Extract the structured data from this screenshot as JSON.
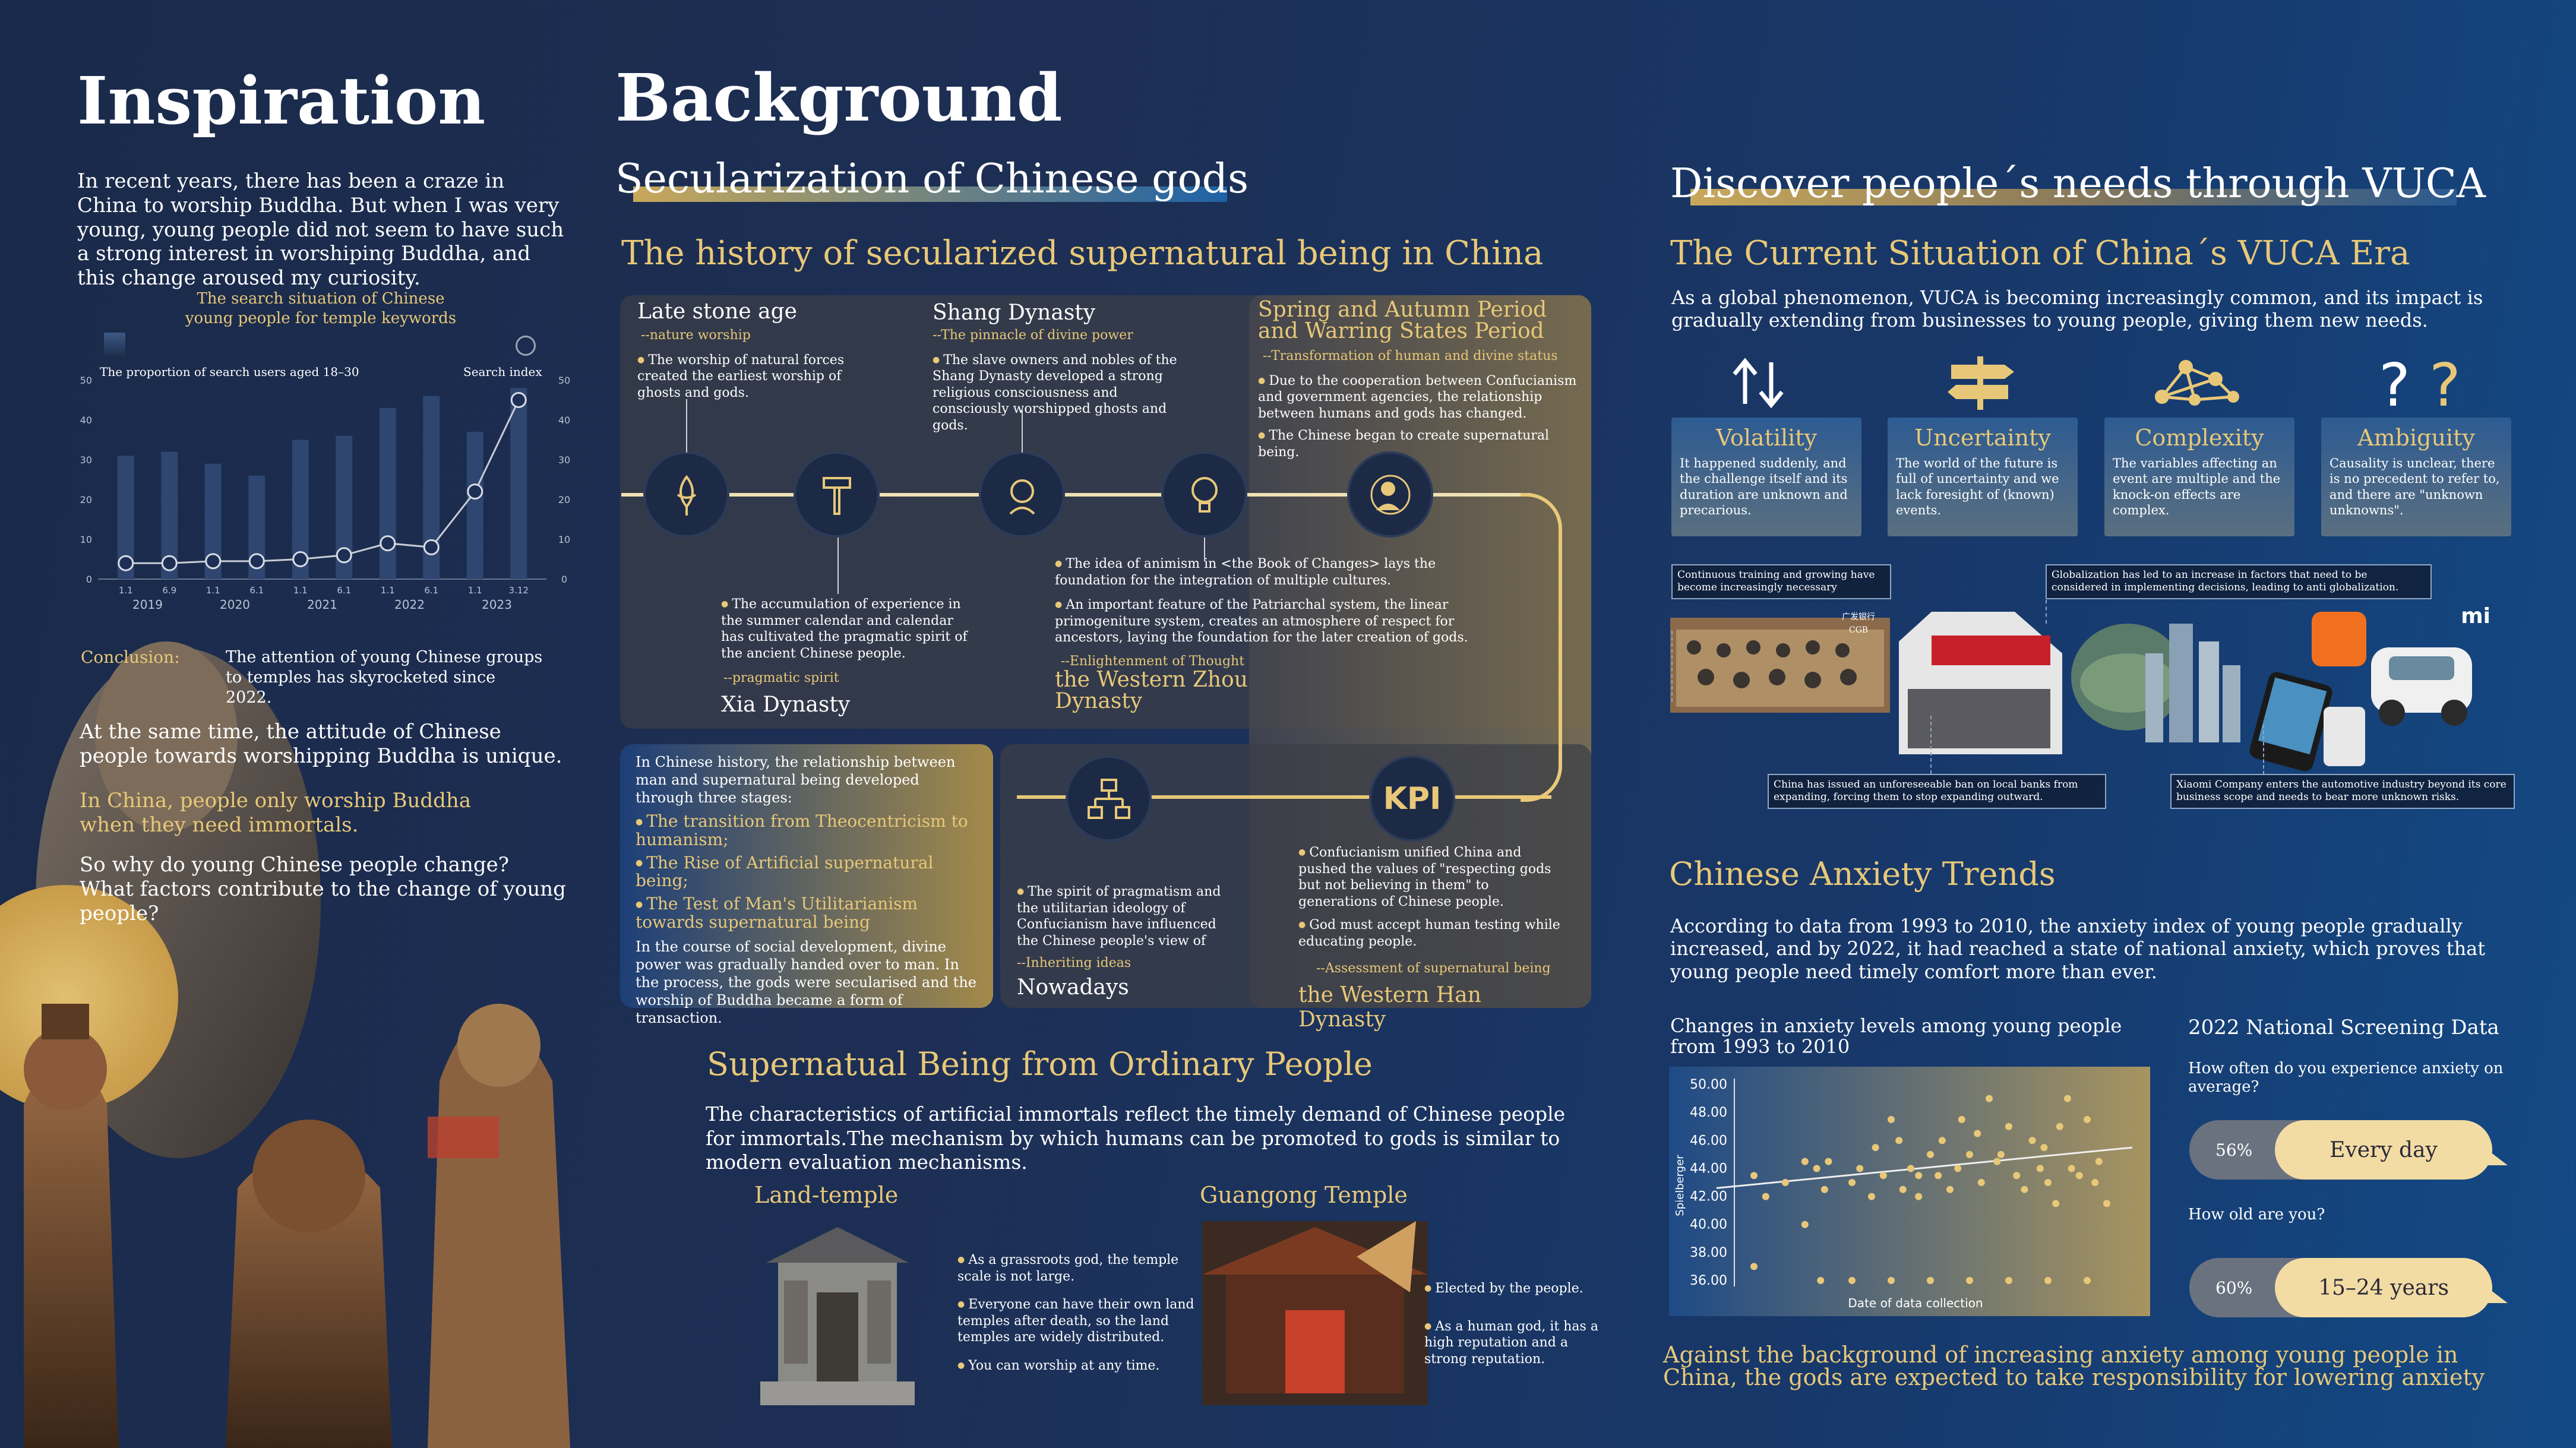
{
  "inspiration": {
    "title": "Inspiration",
    "intro": "In recent years, there has been a craze in China to worship Buddha. But when I was very young, young people did not seem to have such a strong interest in worshiping Buddha, and this change aroused my curiosity.",
    "chart_title_1": "The search situation of Chinese",
    "chart_title_2": "young people for temple keywords",
    "legend_bar": "The proportion of search users aged 18–30",
    "legend_line": "Search index",
    "conclusion_label": "Conclusion:",
    "conclusion_text": "The attention of young Chinese groups to temples has skyrocketed since 2022.",
    "para2": "At the same time, the attitude of Chinese people towards worshipping Buddha is unique.",
    "para3": "In China, people only worship Buddha when they need immortals.",
    "para4": "So why do young Chinese people change? What factors contribute to the change of young people?"
  },
  "chart_data": {
    "type": "bar",
    "title": "The search situation of Chinese young people for temple keywords",
    "categories": [
      "1.1",
      "6.9",
      "1.1",
      "6.1",
      "1.1",
      "6.1",
      "1.1",
      "6.1",
      "1.1",
      "3.12"
    ],
    "years": [
      "2019",
      "2020",
      "2021",
      "2022",
      "2023"
    ],
    "series": [
      {
        "name": "The proportion of search users aged 18–30",
        "values": [
          31,
          32,
          29,
          26,
          35,
          36,
          43,
          46,
          37,
          48
        ]
      },
      {
        "name": "Search index",
        "values": [
          4,
          4,
          4.5,
          4.5,
          5,
          6,
          9,
          8,
          22,
          45
        ]
      }
    ],
    "y_ticks_left": [
      "0",
      "10",
      "20",
      "30",
      "40",
      "50"
    ],
    "y_ticks_right": [
      "0",
      "10",
      "20",
      "30",
      "40",
      "50"
    ],
    "ylim": [
      0,
      50
    ]
  },
  "background": {
    "title": "Background",
    "subtitle": "Secularization of Chinese gods",
    "history_title": "The history of secularized supernatural being in China",
    "periods": [
      {
        "name": "Late stone age",
        "tag": "--nature worship",
        "text": "The worship of natural forces created the earliest worship of ghosts and gods."
      },
      {
        "name": "Shang Dynasty",
        "tag": "--The pinnacle of divine power",
        "text": "The slave owners and nobles of the Shang Dynasty developed a strong religious consciousness and consciously worshipped ghosts and gods."
      },
      {
        "name": "Spring and Autumn Period and Warring States Period",
        "tag": "--Transformation of human and divine status",
        "text1": "Due to the cooperation between Confucianism and government agencies, the relationship between humans and gods has changed.",
        "text2": "The Chinese began to create  supernatural being."
      },
      {
        "name": "Xia Dynasty",
        "tag": "--pragmatic spirit",
        "text": "The accumulation of experience in the summer calendar and calendar has cultivated the pragmatic spirit of the ancient Chinese people."
      },
      {
        "name": "the Western Zhou Dynasty",
        "tag": "--Enlightenment of Thought",
        "text1": "The idea of animism in <the Book of Changes> lays the foundation for the integration of multiple cultures.",
        "text2": "An important feature of the Patriarchal system, the linear primogeniture system, creates an atmosphere of respect for ancestors, laying the foundation for the later creation of gods."
      },
      {
        "name": "Nowadays",
        "tag": "--Inheriting ideas",
        "text": "The spirit of pragmatism and the utilitarian ideology of Confucianism have influenced the Chinese people's view of"
      },
      {
        "name": "the Western Han Dynasty",
        "tag": "--Assessment of supernatural being",
        "text1": "Confucianism unified China and pushed the values of \"respecting gods but not believing in them\" to generations of Chinese people.",
        "text2": "God must accept human testing while educating people."
      }
    ],
    "kpi_label": "KPI",
    "summary_intro": "In Chinese history, the relationship between man and supernatural being developed through three stages:",
    "stages": [
      "The transition from Theocentricism to humanism;",
      "The Rise of Artificial supernatural being;",
      "The Test of Man's Utilitarianism towards supernatural being"
    ],
    "summary_outro": "In the course of social development, divine power was gradually handed over to man. In the process, the gods were secularised and the worship of Buddha became a form of transaction.",
    "ordinary_title": "Supernatual Being from Ordinary People",
    "ordinary_text": "The characteristics of artificial immortals reflect the timely demand of Chinese people for immortals.The mechanism by which humans can be promoted to gods is similar to modern evaluation mechanisms.",
    "land_temple": {
      "title": "Land-temple",
      "bullets": [
        "As a grassroots god, the temple scale is not large.",
        "Everyone can have their own land temples after death, so the land temples are widely distributed.",
        "You can worship at any time."
      ]
    },
    "guangong_temple": {
      "title": "Guangong Temple",
      "bullets": [
        "Elected by the people.",
        "As a human god, it has a high reputation and a strong reputation."
      ]
    }
  },
  "vuca": {
    "title": "Discover people´s needs through VUCA",
    "situation_title": "The Current Situation of China´s VUCA Era",
    "situation_text": "As a global phenomenon, VUCA is becoming increasingly common, and its impact is gradually extending from businesses to young people, giving them new needs.",
    "cards": [
      {
        "title": "Volatility",
        "text": "It happened suddenly, and the challenge itself and its duration are unknown and precarious."
      },
      {
        "title": "Uncertainty",
        "text": "The world of the future is full of uncertainty and we lack foresight of (known) events."
      },
      {
        "title": "Complexity",
        "text": "The variables affecting an event are multiple and the knock-on effects are complex."
      },
      {
        "title": "Ambiguity",
        "text": "Causality is unclear, there is no precedent to refer to, and there are \"unknown unknowns\"."
      }
    ],
    "notes": [
      "Continuous training and growing have become increasingly necessary",
      "Globalization has led to an increase in factors that need to be considered in implementing decisions, leading to anti globalization.",
      "China has issued an unforeseeable ban on local banks from expanding, forcing them to stop expanding outward.",
      "Xiaomi Company enters the automotive industry beyond its core business scope and needs to bear more unknown risks."
    ],
    "bank_sign": "广发银行 CGB",
    "brand_logo": "mi"
  },
  "anxiety": {
    "title": "Chinese Anxiety Trends",
    "text": "According to data from 1993 to 2010, the anxiety index of young people gradually increased, and by 2022, it had reached a state of national anxiety, which proves that young people need timely comfort more than ever.",
    "scatter_title": "Changes in anxiety levels among young people from 1993 to 2010",
    "scatter_ylabel": "Spielberger",
    "scatter_xlabel": "Date of data collection",
    "y_ticks": [
      "50.00",
      "48.00",
      "46.00",
      "44.00",
      "42.00",
      "40.00",
      "38.00",
      "36.00"
    ],
    "screening_title": "2022 National Screening Data",
    "q1": "How often do you experience anxiety on average?",
    "a1_pct": "56%",
    "a1_label": "Every day",
    "q2": "How old are you?",
    "a2_pct": "60%",
    "a2_label": "15–24 years",
    "closing": "Against the background of increasing anxiety among young people in China, the gods are expected to take responsibility for lowering anxiety"
  },
  "scatter_points": [
    [
      0.05,
      43.5
    ],
    [
      0.05,
      37
    ],
    [
      0.08,
      42
    ],
    [
      0.13,
      43
    ],
    [
      0.18,
      44.5
    ],
    [
      0.18,
      40
    ],
    [
      0.21,
      44
    ],
    [
      0.23,
      42.5
    ],
    [
      0.24,
      44.5
    ],
    [
      0.3,
      43
    ],
    [
      0.32,
      44
    ],
    [
      0.35,
      42
    ],
    [
      0.36,
      45.5
    ],
    [
      0.38,
      43.5
    ],
    [
      0.4,
      47.5
    ],
    [
      0.42,
      46
    ],
    [
      0.43,
      42.5
    ],
    [
      0.45,
      44
    ],
    [
      0.47,
      42
    ],
    [
      0.47,
      43.5
    ],
    [
      0.5,
      45
    ],
    [
      0.52,
      43.5
    ],
    [
      0.53,
      46
    ],
    [
      0.55,
      42.5
    ],
    [
      0.57,
      44
    ],
    [
      0.58,
      47.5
    ],
    [
      0.6,
      45
    ],
    [
      0.62,
      46.5
    ],
    [
      0.63,
      43
    ],
    [
      0.65,
      49
    ],
    [
      0.67,
      44.5
    ],
    [
      0.68,
      45
    ],
    [
      0.7,
      47
    ],
    [
      0.72,
      43.5
    ],
    [
      0.74,
      42.5
    ],
    [
      0.76,
      46
    ],
    [
      0.78,
      44
    ],
    [
      0.79,
      45.5
    ],
    [
      0.8,
      43
    ],
    [
      0.82,
      41.5
    ],
    [
      0.83,
      47
    ],
    [
      0.85,
      49
    ],
    [
      0.86,
      44
    ],
    [
      0.88,
      43.5
    ],
    [
      0.9,
      47.5
    ],
    [
      0.92,
      43
    ],
    [
      0.93,
      44.5
    ],
    [
      0.95,
      41.5
    ],
    [
      0.22,
      36
    ],
    [
      0.3,
      36
    ],
    [
      0.4,
      36
    ],
    [
      0.5,
      36
    ],
    [
      0.6,
      36
    ],
    [
      0.7,
      36
    ],
    [
      0.8,
      36
    ],
    [
      0.9,
      36
    ]
  ],
  "colors": {
    "gold": "#e8c878",
    "navy": "#1c2a46",
    "accent_blue": "#1e62a6"
  }
}
